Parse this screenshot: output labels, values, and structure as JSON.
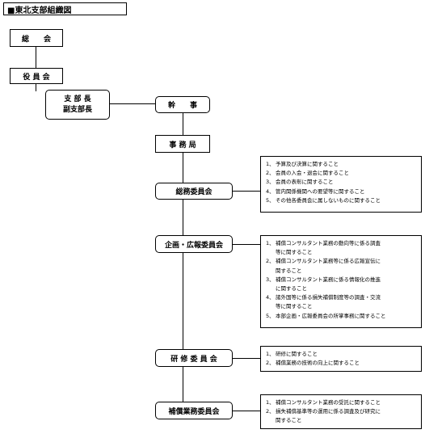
{
  "title": "■東北支部組織図",
  "nodes": {
    "soukai": "総　　会",
    "yakuinkai": "役 員 会",
    "shibu_line1": "支 部 長",
    "shibu_line2": "副支部長",
    "kanji": "幹　　事",
    "jimukyoku": "事 務 局",
    "soumu": "総務委員会",
    "kikaku": "企画・広報委員会",
    "kenshu": "研 修 委 員 会",
    "hosho": "補償業務委員会"
  },
  "descriptions": {
    "soumu": [
      {
        "num": "1、",
        "text": "予算及び決算に関すること"
      },
      {
        "num": "2、",
        "text": "会員の入会・退会に関すること"
      },
      {
        "num": "3、",
        "text": "会員の表彰に関すること"
      },
      {
        "num": "4、",
        "text": "管内関係機関への要望等に関すること"
      },
      {
        "num": "5、",
        "text": "その他各委員会に属しないものに関すること"
      }
    ],
    "kikaku": [
      {
        "num": "1、",
        "text": "補償コンサルタント業務の動向等に係る調査\n等に関すること"
      },
      {
        "num": "2、",
        "text": "補償コンサルタント業務等に係る広報宣伝に\n関すること"
      },
      {
        "num": "3、",
        "text": "補償コンサルタント業務に係る情報化の推進\nに関すること"
      },
      {
        "num": "4、",
        "text": "諸外国等に係る損失補償制度等の調査・交流\n等に関すること"
      },
      {
        "num": "5、",
        "text": "本部企画・広報委員会の所掌事務に関すること"
      }
    ],
    "kenshu": [
      {
        "num": "1、",
        "text": "研修に関すること"
      },
      {
        "num": "2、",
        "text": "補償業務の技術の向上に関すること"
      }
    ],
    "hosho": [
      {
        "num": "1、",
        "text": "補償コンサルタント業務の受託に関すること"
      },
      {
        "num": "2、",
        "text": "損失補償基準等の運用に係る調査及び研究に\n関すること"
      }
    ]
  }
}
